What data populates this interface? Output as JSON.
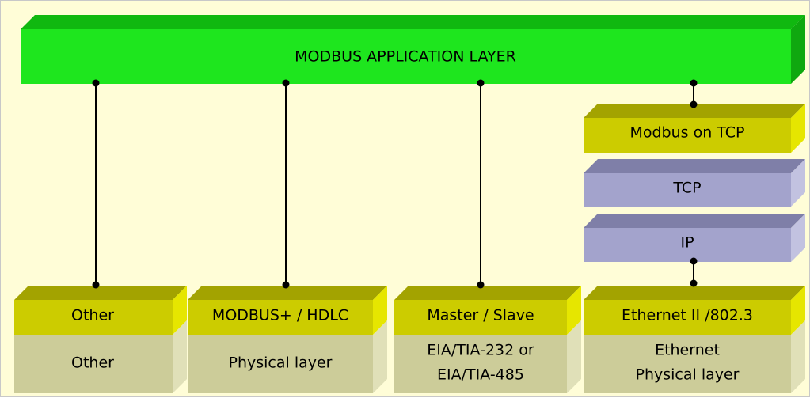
{
  "diagram": {
    "application_layer": "MODBUS APPLICATION LAYER",
    "tcp_stack": {
      "modbus_on_tcp": "Modbus on TCP",
      "tcp": "TCP",
      "ip": "IP"
    },
    "columns": [
      {
        "top": "Other",
        "bottom": [
          "Other"
        ]
      },
      {
        "top": "MODBUS+ / HDLC",
        "bottom": [
          "Physical layer"
        ]
      },
      {
        "top": "Master / Slave",
        "bottom": [
          "EIA/TIA-232 or",
          "EIA/TIA-485"
        ]
      },
      {
        "top": "Ethernet II /802.3",
        "bottom": [
          "Ethernet",
          "Physical layer"
        ]
      }
    ]
  },
  "colors": {
    "background": "#fffdd7",
    "green_front": "#1ee61e",
    "green_top": "#10b810",
    "green_side": "#0fa80f",
    "olive_front": "#cccc00",
    "olive_top": "#a3a300",
    "olive_side": "#e6e600",
    "khaki_front": "#cccc99",
    "khaki_side": "#e0e0b8",
    "lavender_front": "#a3a3cc",
    "lavender_top": "#7f7fa8",
    "lavender_side": "#c2c2e0",
    "connector": "#000000"
  }
}
